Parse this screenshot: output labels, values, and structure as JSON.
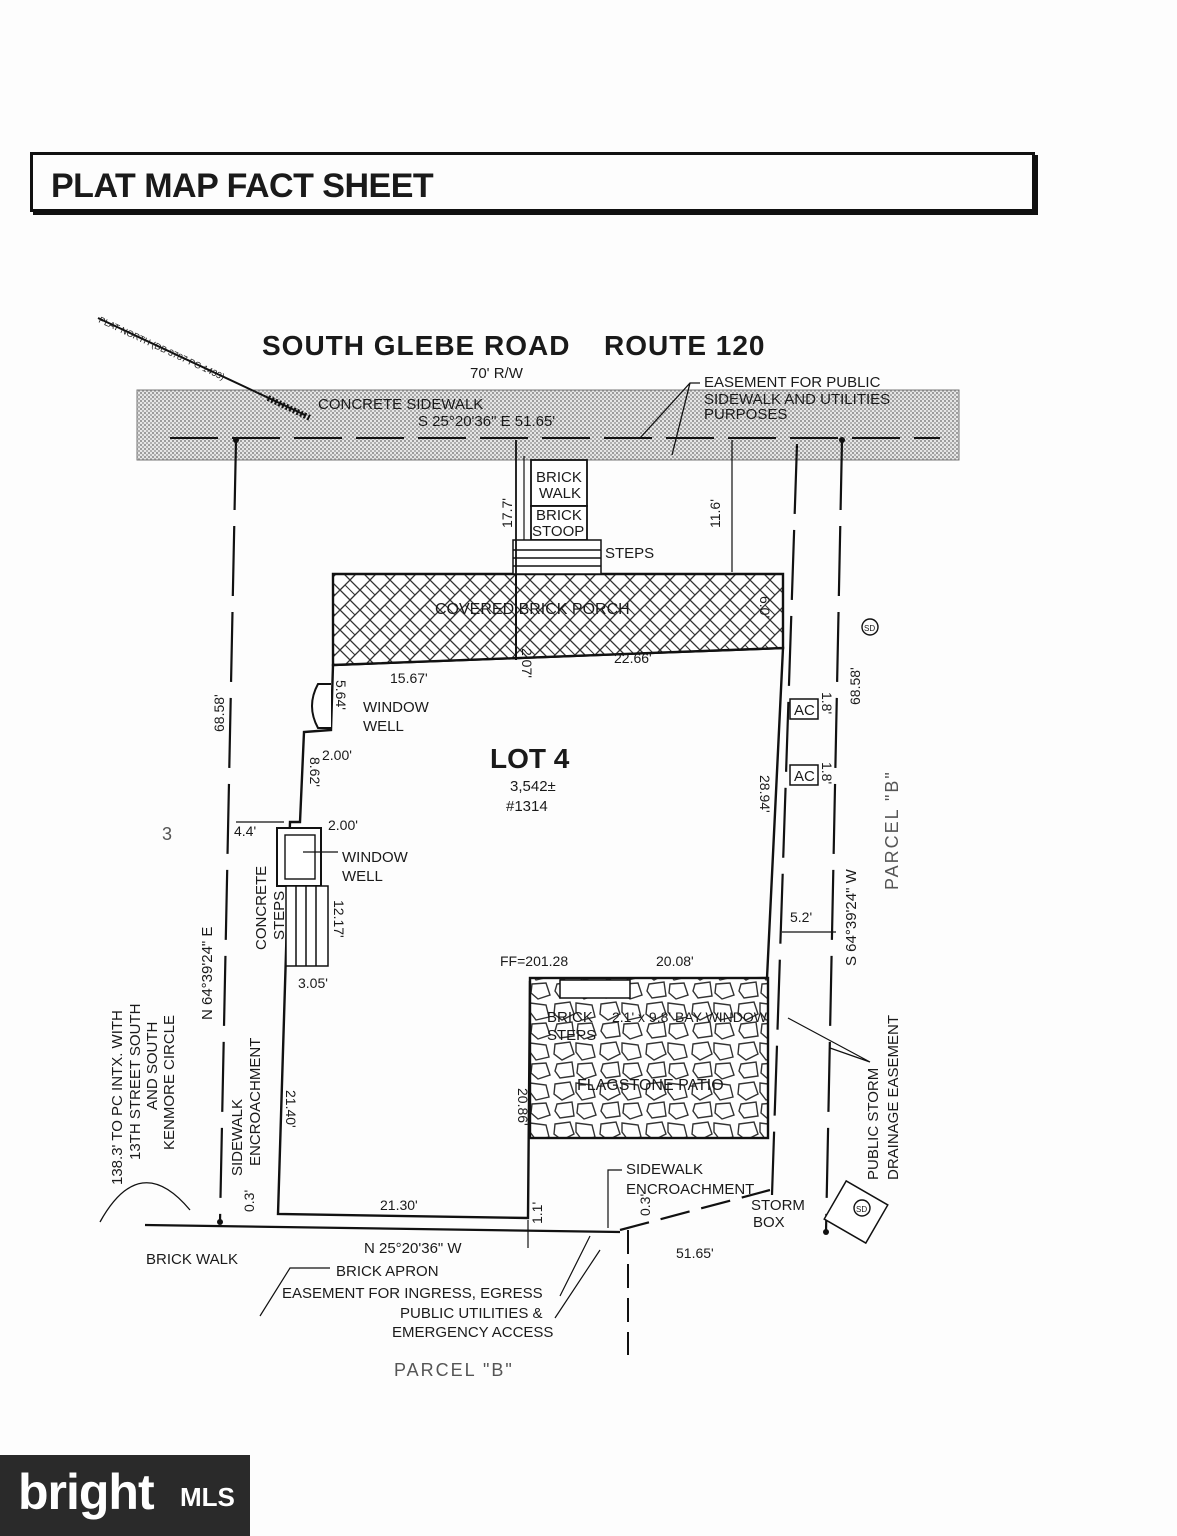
{
  "header": {
    "title": "PLAT MAP FACT SHEET"
  },
  "road": {
    "name": "SOUTH GLEBE ROAD",
    "route": "ROUTE 120",
    "rw": "70' R/W",
    "sidewalk": "CONCRETE SIDEWALK",
    "easement_lines": [
      "EASEMENT FOR PUBLIC",
      "SIDEWALK AND UTILITIES",
      "PURPOSES"
    ],
    "plat_north": "PLAT NORTH (DB 3787 PG 1433)"
  },
  "bearings": {
    "top": "S 25°20'36\" E 51.65'",
    "bottom": "N 25°20'36\" W",
    "left": "N 64°39'24\" E",
    "right": "S 64°39'24\" W"
  },
  "lot": {
    "name": "LOT 4",
    "area": "3,542±",
    "number": "#1314",
    "ff": "FF=201.28"
  },
  "features": {
    "brick_walk_top": [
      "BRICK",
      "WALK"
    ],
    "brick_stoop": [
      "BRICK",
      "STOOP"
    ],
    "steps": "STEPS",
    "porch": "COVERED BRICK PORCH",
    "window_well_1": [
      "WINDOW",
      "WELL"
    ],
    "window_well_2": [
      "WINDOW",
      "WELL"
    ],
    "concrete_steps": [
      "CONCRETE",
      "STEPS"
    ],
    "brick_steps": [
      "BRICK",
      "STEPS"
    ],
    "bay_window": "2.1' x 9.8' BAY WINDOW",
    "patio": "FLAGSTONE PATIO",
    "ac": "AC",
    "sidewalk_enc_left": [
      "SIDEWALK",
      "ENCROACHMENT"
    ],
    "sidewalk_enc_bottom": [
      "SIDEWALK",
      "ENCROACHMENT"
    ],
    "storm_box": [
      "STORM",
      "BOX"
    ],
    "sd": "SD",
    "storm_easement": [
      "PUBLIC STORM",
      "DRAINAGE EASEMENT"
    ],
    "brick_walk_bottom": "BRICK WALK",
    "brick_apron": "BRICK APRON",
    "ingress_easement": [
      "EASEMENT FOR INGRESS, EGRESS",
      "PUBLIC UTILITIES &",
      "EMERGENCY ACCESS"
    ],
    "pc_note": [
      "138.3' TO PC INTX. WITH",
      "13TH STREET SOUTH",
      "AND SOUTH",
      "KENMORE CIRCLE"
    ],
    "lot_3": "3"
  },
  "parcels": {
    "right": "PARCEL \"B\"",
    "bottom": "PARCEL \"B\""
  },
  "dimensions": {
    "d17_7": "17.7'",
    "d11_6": "11.6'",
    "d6_0": "6.0'",
    "d68_58_left": "68.58'",
    "d68_58_right": "68.58'",
    "d15_67": "15.67'",
    "d2_07": "2.07'",
    "d22_66": "22.66'",
    "d5_64": "5.64'",
    "d2_00a": "2.00'",
    "d8_62": "8.62'",
    "d2_00b": "2.00'",
    "d4_4": "4.4'",
    "d12_17": "12.17'",
    "d3_05": "3.05'",
    "d28_94": "28.94'",
    "d5_2": "5.2'",
    "d20_08": "20.08'",
    "d1_8a": "1.8'",
    "d1_8b": "1.8'",
    "d21_40": "21.40'",
    "d20_86": "20.86'",
    "d21_30": "21.30'",
    "d1_1": "1.1'",
    "d0_3a": "0.3'",
    "d0_3b": "0.3'",
    "d51_65": "51.65'"
  },
  "logo": {
    "word": "bright",
    "suffix": "MLS"
  }
}
